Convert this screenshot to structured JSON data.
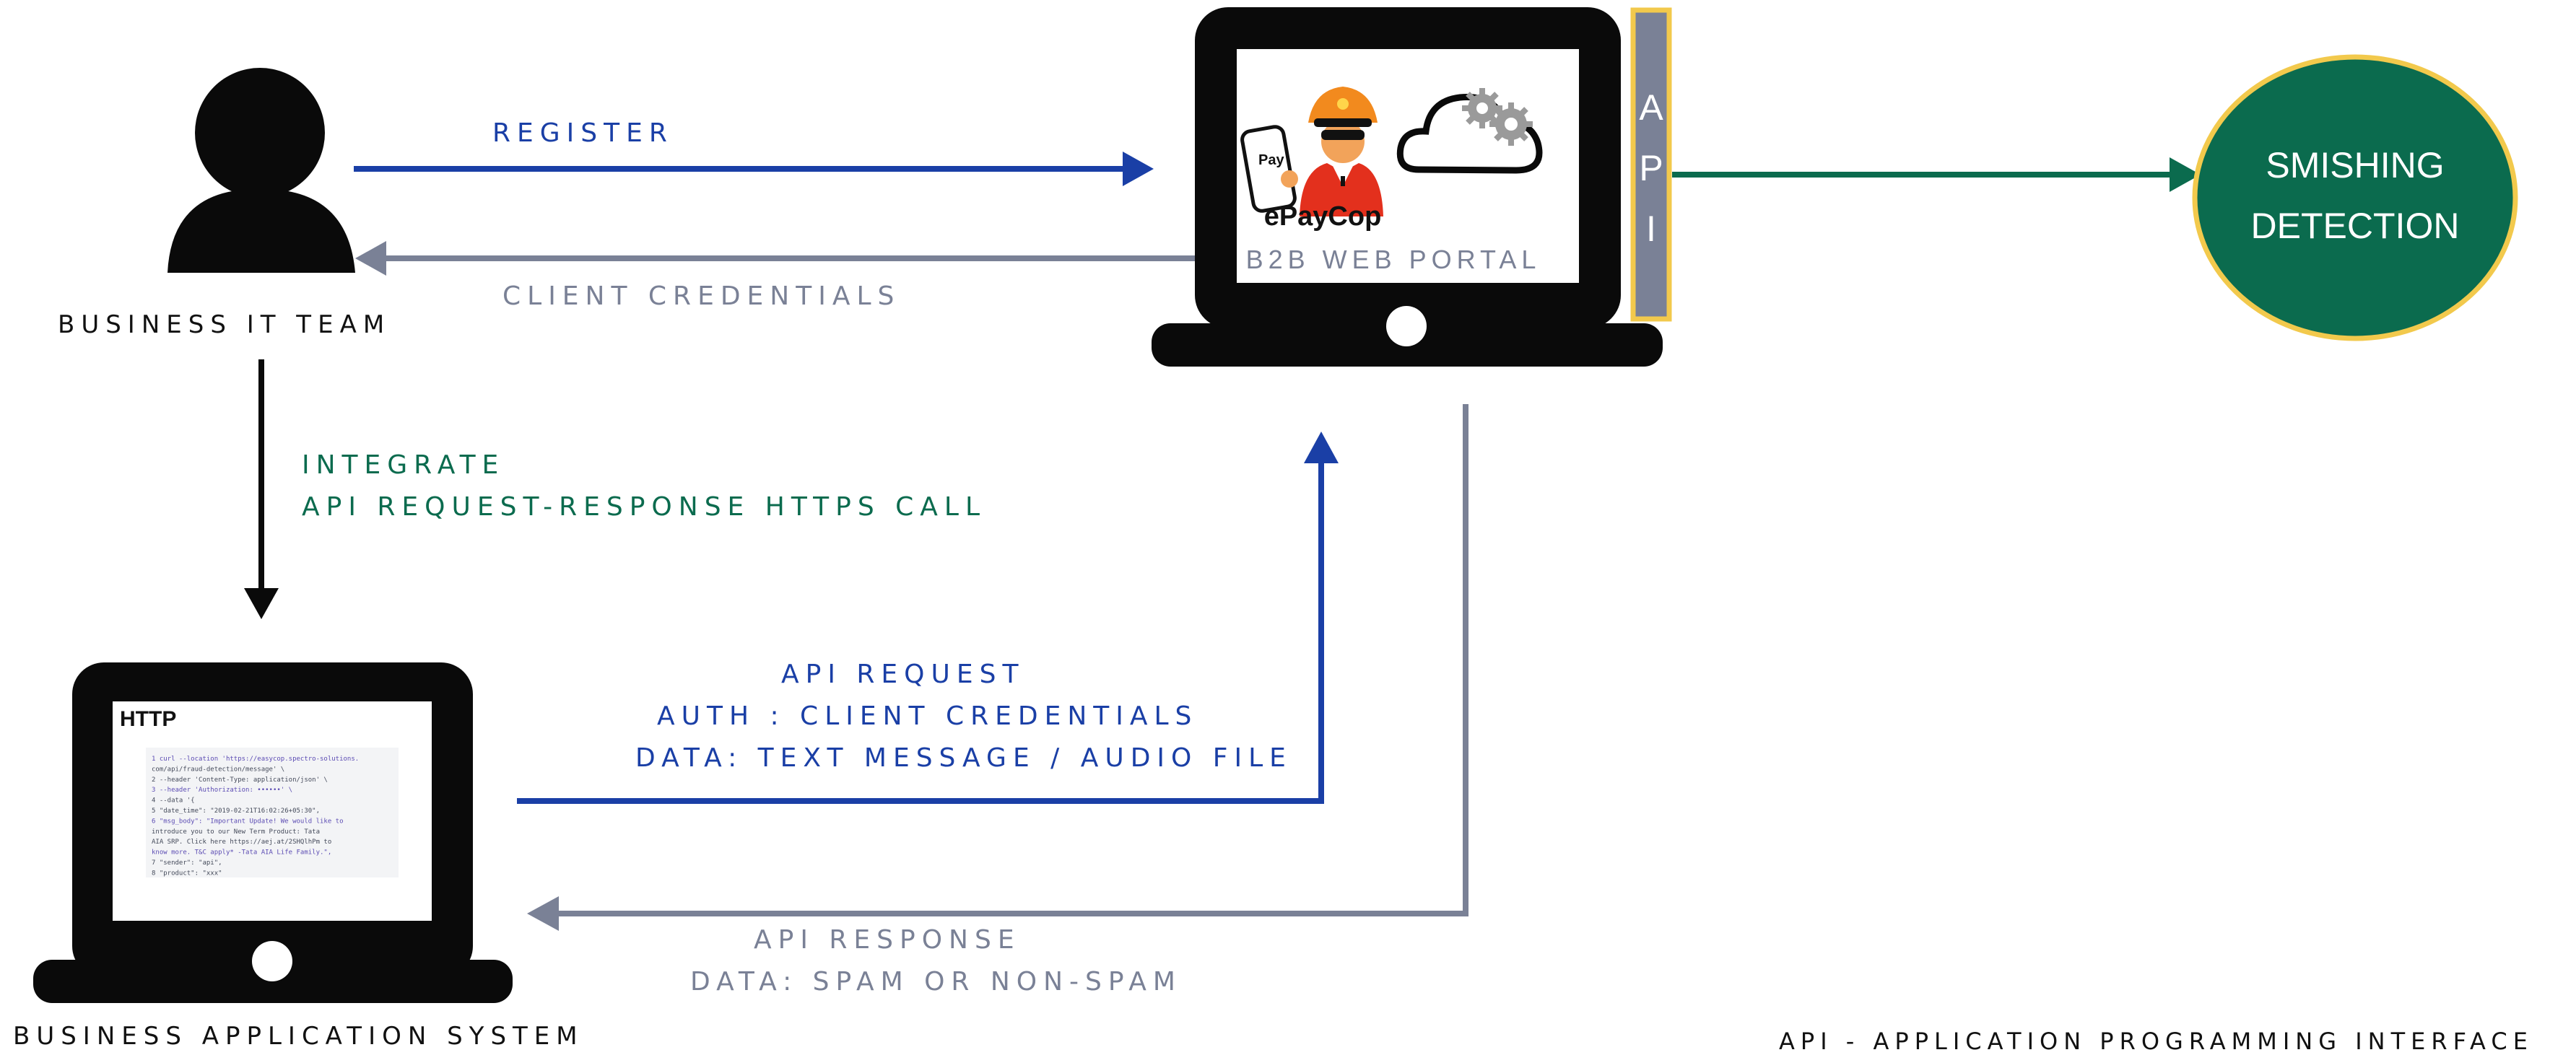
{
  "colors": {
    "navy": "#1a3fa6",
    "gray": "#7a8196",
    "green": "#0b6b4e",
    "gold": "#f2c94c",
    "black": "#0a0a0a",
    "orange": "#f28a1e"
  },
  "labels": {
    "register": "REGISTER",
    "client_credentials": "CLIENT CREDENTIALS",
    "business_it_team": "BUSINESS IT TEAM",
    "integrate": "INTEGRATE",
    "api_call": "API REQUEST-RESPONSE HTTPS CALL",
    "api_request": "API REQUEST",
    "auth": "AUTH : CLIENT CREDENTIALS",
    "data_request": "DATA: TEXT MESSAGE / AUDIO FILE",
    "api_response": "API RESPONSE",
    "data_response": "DATA: SPAM OR NON-SPAM",
    "business_app_system": "BUSINESS APPLICATION SYSTEM",
    "api_definition": "API - APPLICATION PROGRAMMING INTERFACE"
  },
  "portal": {
    "brand": "ePayCop",
    "caption": "B2B WEB PORTAL",
    "pay": "Pay",
    "api_letters": [
      "A",
      "P",
      "I"
    ]
  },
  "detection": {
    "line1": "SMISHING",
    "line2": "DETECTION"
  },
  "app_screen": {
    "title": "HTTP",
    "code": [
      "1  curl --location 'https://easycop.spectro-solutions.",
      "     com/api/fraud-detection/message' \\",
      "2 --header 'Content-Type: application/json' \\",
      "3 --header 'Authorization: ••••••' \\",
      "4 --data '{",
      "5   \"date_time\": \"2019-02-21T16:02:26+05:30\",",
      "6   \"msg_body\": \"Important Update! We would like to",
      "      introduce you to our New Term Product: Tata",
      "      AIA SRP. Click here https://aej.at/2SHQlhPm to",
      "      know more. T&C apply* -Tata AIA Life Family.\",",
      "7   \"sender\": \"api\",",
      "8   \"product\": \"xxx\""
    ]
  }
}
